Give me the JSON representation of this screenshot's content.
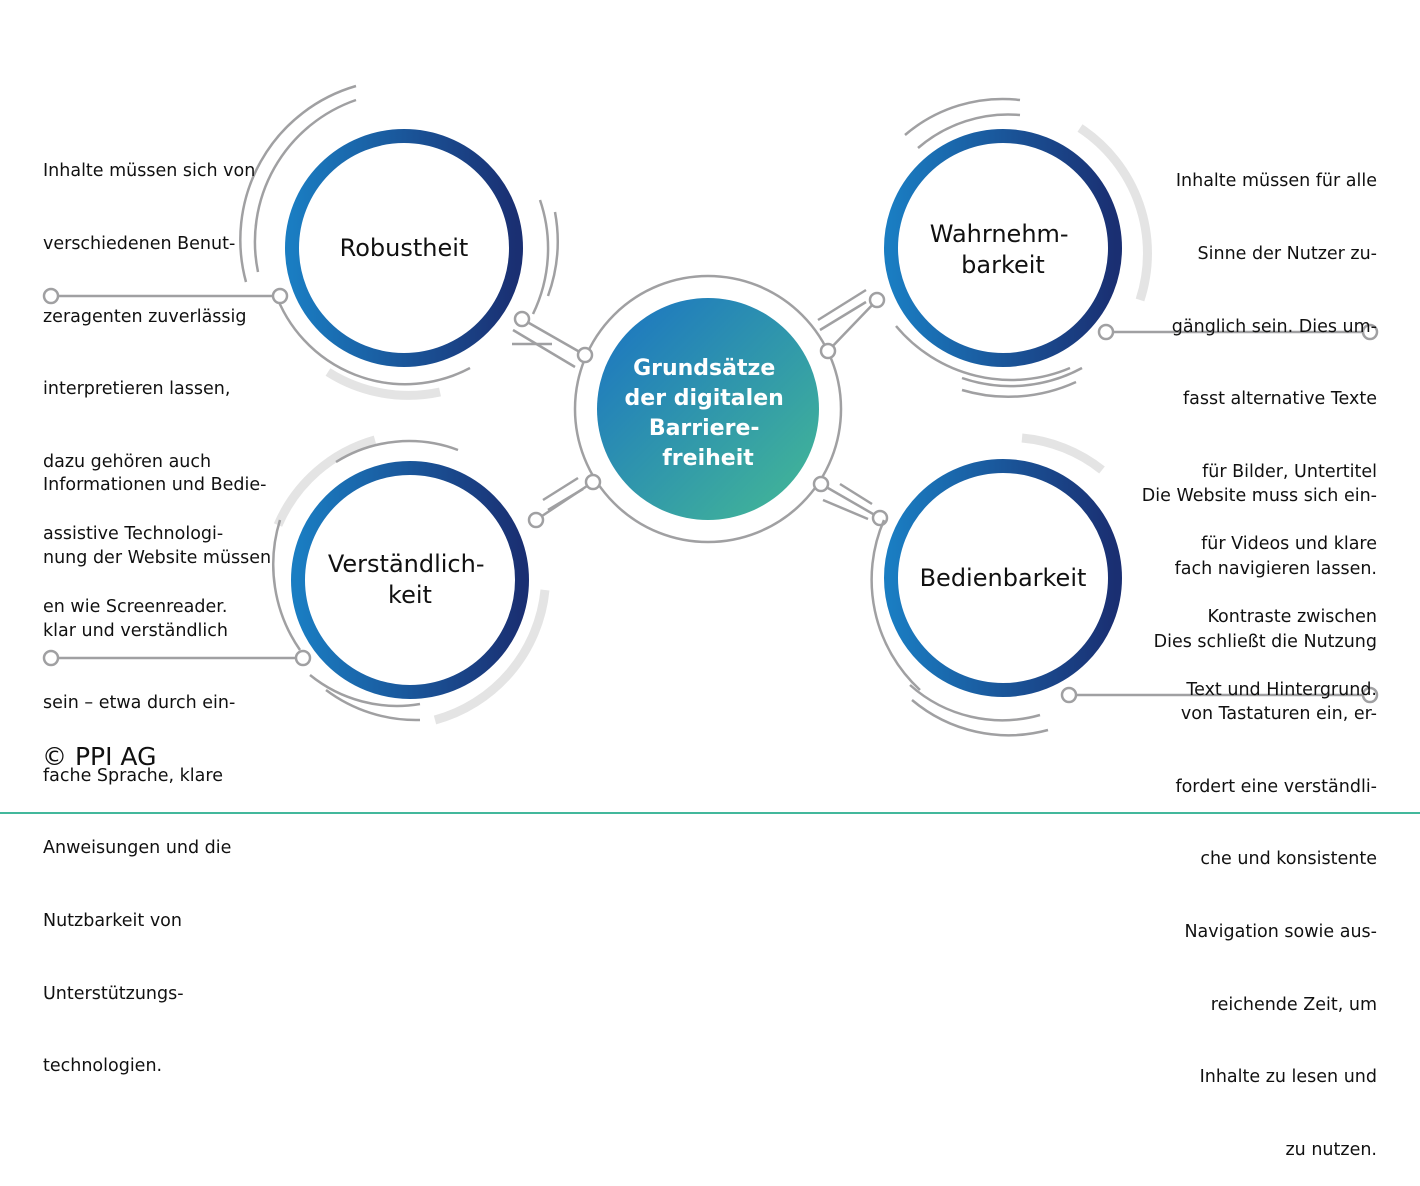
{
  "center": {
    "label_lines": [
      "Grundsätze",
      "der digitalen",
      "Barriere-",
      "freiheit"
    ]
  },
  "principles": [
    {
      "key": "robustheit",
      "label_lines": [
        "Robustheit"
      ],
      "description_lines": [
        "Inhalte müssen sich von",
        "verschiedenen Benut-",
        "zeragenten zuverlässig",
        "interpretieren lassen,",
        "dazu gehören auch",
        "assistive Technologi-",
        "en wie Screenreader."
      ]
    },
    {
      "key": "wahrnehmbarkeit",
      "label_lines": [
        "Wahrnehm-",
        "barkeit"
      ],
      "description_lines": [
        "Inhalte müssen für alle",
        "Sinne der Nutzer zu-",
        "gänglich sein. Dies um-",
        "fasst alternative Texte",
        "für Bilder, Untertitel",
        "für Videos und klare",
        "Kontraste zwischen",
        "Text und Hintergrund."
      ]
    },
    {
      "key": "verstaendlichkeit",
      "label_lines": [
        "Verständlich-",
        "keit"
      ],
      "description_lines": [
        "Informationen und Bedie-",
        "nung der Website müssen",
        "klar und verständlich",
        "sein – etwa durch ein-",
        "fache Sprache, klare",
        "Anweisungen und die",
        "Nutzbarkeit von",
        "Unterstützungs-",
        "technologien."
      ]
    },
    {
      "key": "bedienbarkeit",
      "label_lines": [
        "Bedienbarkeit"
      ],
      "description_lines": [
        "Die Website muss sich ein-",
        "fach navigieren lassen.",
        "Dies schließt die Nutzung",
        "von Tastaturen ein, er-",
        "fordert eine verständli-",
        "che und konsistente",
        "Navigation sowie aus-",
        "reichende Zeit, um",
        "Inhalte zu lesen und",
        "zu nutzen."
      ]
    }
  ],
  "footer": {
    "copyright": "© PPI AG"
  },
  "colors": {
    "ring_dark": "#1a2f72",
    "ring_light": "#1a7dc2",
    "center_blue": "#1a72c4",
    "center_green": "#45ba94",
    "line_gray": "#a0a0a2",
    "arc_light_gray": "#e4e4e4",
    "bottom_rule": "#43b89c"
  }
}
